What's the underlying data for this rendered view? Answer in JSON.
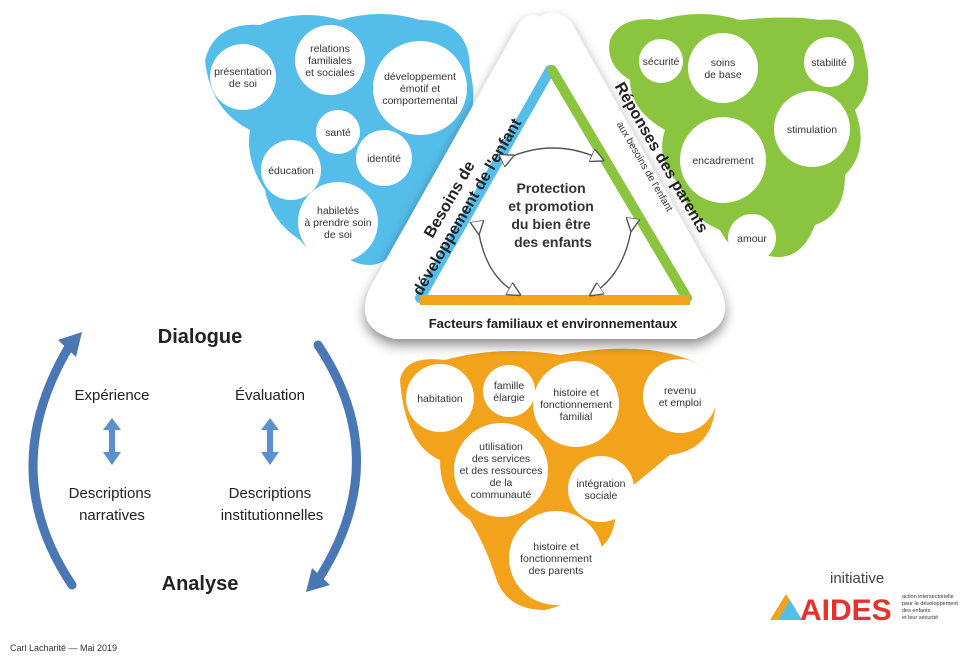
{
  "colors": {
    "needs": "#55BDEA",
    "responses": "#8BC53F",
    "factors": "#F2A31B",
    "arrow_blue": "#4A78B5",
    "logo_red": "#E5322D"
  },
  "triangle": {
    "left_title_1": "Besoins de",
    "left_title_2": "développement de l'enfant",
    "right_title": "Réponses des parents",
    "right_subtitle": "aux besoins de l'enfant",
    "bottom_title": "Facteurs familiaux et environnementaux",
    "center_lines": [
      "Protection",
      "et promotion",
      "du bien être",
      "des enfants"
    ]
  },
  "needs_bubbles": [
    {
      "lines": [
        "présentation",
        "de soi"
      ]
    },
    {
      "lines": [
        "relations",
        "familiales",
        "et sociales"
      ]
    },
    {
      "lines": [
        "développement",
        "émotif et",
        "comportemental"
      ]
    },
    {
      "lines": [
        "santé"
      ]
    },
    {
      "lines": [
        "éducation"
      ]
    },
    {
      "lines": [
        "identité"
      ]
    },
    {
      "lines": [
        "habiletés",
        "à prendre soin",
        "de soi"
      ]
    }
  ],
  "responses_bubbles": [
    {
      "lines": [
        "sécurité"
      ]
    },
    {
      "lines": [
        "soins",
        "de base"
      ]
    },
    {
      "lines": [
        "stabilité"
      ]
    },
    {
      "lines": [
        "stimulation"
      ]
    },
    {
      "lines": [
        "encadrement"
      ]
    },
    {
      "lines": [
        "amour"
      ]
    }
  ],
  "factors_bubbles": [
    {
      "lines": [
        "habitation"
      ]
    },
    {
      "lines": [
        "famille",
        "élargie"
      ]
    },
    {
      "lines": [
        "histoire et",
        "fonctionnement",
        "familial"
      ]
    },
    {
      "lines": [
        "revenu",
        "et emploi"
      ]
    },
    {
      "lines": [
        "utilisation",
        "des services",
        "et des ressources",
        "de la",
        "communauté"
      ]
    },
    {
      "lines": [
        "intégration",
        "sociale"
      ]
    },
    {
      "lines": [
        "histoire et",
        "fonctionnement",
        "des parents"
      ]
    }
  ],
  "cycle": {
    "top": "Dialogue",
    "bottom": "Analyse",
    "left_top": "Expérience",
    "left_bottom_1": "Descriptions",
    "left_bottom_2": "narratives",
    "right_top": "Évaluation",
    "right_bottom_1": "Descriptions",
    "right_bottom_2": "institutionnelles"
  },
  "logo": {
    "pre": "initiative",
    "name": "AIDES",
    "tagline": [
      "action intersectorielle",
      "pour le développement",
      "des enfants",
      "et leur sécurité"
    ]
  },
  "footer": "Carl Lacharité — Mai 2019"
}
